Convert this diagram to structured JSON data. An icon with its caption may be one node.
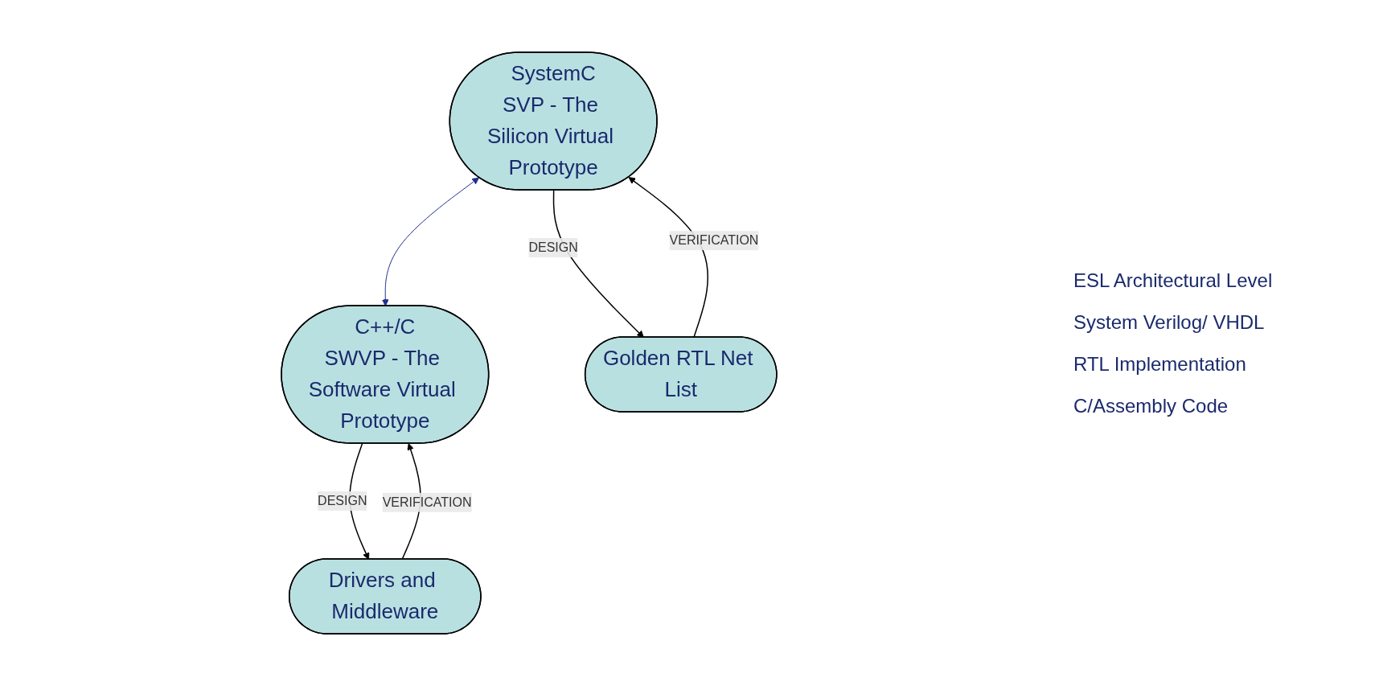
{
  "diagram": {
    "nodes": [
      {
        "text": [
          "SystemC",
          "SVP - The Silicon Virtual Prototype"
        ]
      },
      {
        "text": [
          "C++/C",
          "SWVP - The Software Virtual Prototype"
        ]
      },
      {
        "text": [
          "Golden RTL Net List"
        ]
      },
      {
        "text": [
          "Drivers and Middleware"
        ]
      }
    ],
    "edges": [
      {
        "from": 0,
        "to": 1,
        "arrow": "both",
        "color": "#1f2f8f"
      },
      {
        "from": 2,
        "to": 0,
        "arrow": "to",
        "label": "VERIFICATION"
      },
      {
        "from": 0,
        "to": 2,
        "arrow": "to",
        "label": "DESIGN"
      },
      {
        "from": 3,
        "to": 1,
        "arrow": "to",
        "label": "VERIFICATION"
      },
      {
        "from": 1,
        "to": 3,
        "arrow": "to",
        "label": "DESIGN"
      }
    ],
    "labels": [
      "ESL Architectural Level",
      "System Verilog/ VHDL",
      "RTL Implementation",
      "C/Assembly Code"
    ]
  }
}
